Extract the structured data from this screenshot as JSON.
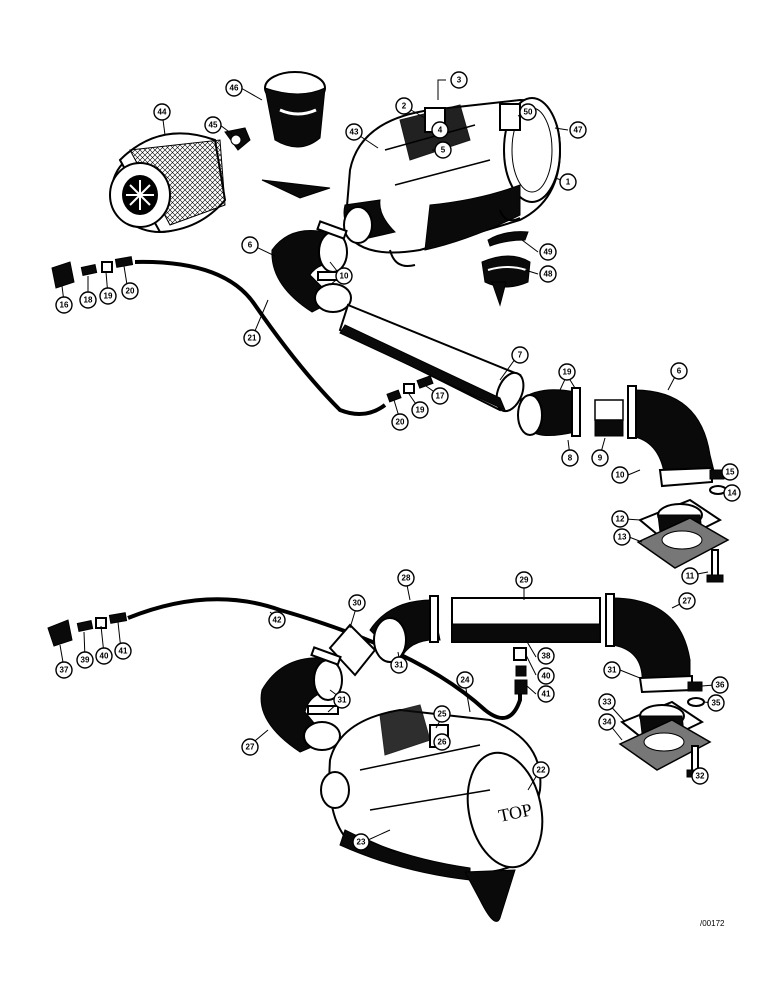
{
  "diagram": {
    "reference_code": "/00172",
    "callouts": {
      "c1": "1",
      "c2": "2",
      "c3": "3",
      "c4": "4",
      "c5": "5",
      "c6a": "6",
      "c6b": "6",
      "c7": "7",
      "c8": "8",
      "c9": "9",
      "c10a": "10",
      "c10b": "10",
      "c11": "11",
      "c12": "12",
      "c13": "13",
      "c14": "14",
      "c15": "15",
      "c16": "16",
      "c17": "17",
      "c18": "18",
      "c19a": "19",
      "c19b": "19",
      "c19c": "19",
      "c20a": "20",
      "c20b": "20",
      "c21": "21",
      "c22": "22",
      "c23": "23",
      "c24": "24",
      "c25": "25",
      "c26": "26",
      "c27a": "27",
      "c27b": "27",
      "c28": "28",
      "c29": "29",
      "c30": "30",
      "c31a": "31",
      "c31b": "31",
      "c31c": "31",
      "c32": "32",
      "c33": "33",
      "c34": "34",
      "c35": "35",
      "c36": "36",
      "c37": "37",
      "c38": "38",
      "c39": "39",
      "c40a": "40",
      "c40b": "40",
      "c41a": "41",
      "c41b": "41",
      "c42": "42",
      "c43": "43",
      "c44": "44",
      "c45": "45",
      "c46": "46",
      "c47": "47",
      "c48": "48",
      "c49": "49",
      "c50": "50"
    }
  }
}
